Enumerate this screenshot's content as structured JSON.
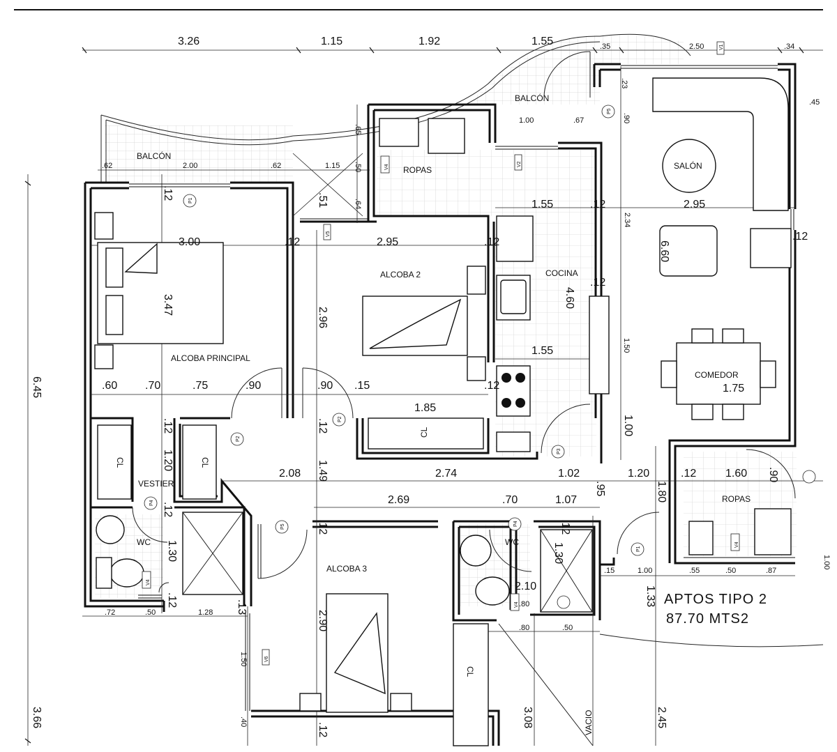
{
  "title": {
    "line1": "APTOS TIPO 2",
    "line2": "87.70 MTS2"
  },
  "rooms": {
    "balcon_left": "BALCÓN",
    "balcon_top": "BALCÓN",
    "ropas_top": "ROPAS",
    "salon": "SALÓN",
    "alcoba_principal": "ALCOBA PRINCIPAL",
    "alcoba2": "ALCOBA 2",
    "cocina": "COCINA",
    "comedor": "COMEDOR",
    "vestier": "VESTIER",
    "wc_left": "WC",
    "wc_mid": "WC",
    "ropas_right": "ROPAS",
    "alcoba3": "ALCOBA 3",
    "vacio": "VACIO",
    "cl1": "CL",
    "cl2": "CL",
    "cl3": "CL",
    "cl4": "CL"
  },
  "dims": {
    "top": [
      "3.26",
      "1.15",
      "1.92",
      "1.55",
      ".35",
      "2.50",
      ".34"
    ],
    "balcon_row": [
      ".62",
      "2.00",
      ".62",
      "1.15"
    ],
    "misc": {
      "d100": "1.00",
      "d67": ".67",
      "d45": ".45",
      "d23": ".23",
      "d90a": ".90",
      "d65": ".65",
      "d50": ".50",
      "d64": ".64",
      "d51": ".51",
      "d12a": ".12",
      "d155a": "1.55",
      "d12b": ".12",
      "d295a": "2.95",
      "d234": "2.34",
      "d300": "3.00",
      "d12c": ".12",
      "d295b": "2.95",
      "d12d": ".12",
      "d660": "6.60",
      "d12e": ".12",
      "d347": "3.47",
      "d296": "2.96",
      "d460": "4.60",
      "d12f": ".12",
      "d150a": "1.50",
      "d155b": "1.55",
      "d60": ".60",
      "d70a": ".70",
      "d75": ".75",
      "d90b": ".90",
      "d90c": ".90",
      "d15a": ".15",
      "d12g": ".12",
      "d185": "1.85",
      "d175": "1.75",
      "d12h": ".12",
      "d12i": ".12",
      "d100b": "1.00",
      "d120a": "1.20",
      "d208": "2.08",
      "d149": "1.49",
      "d274": "2.74",
      "d102": "1.02",
      "d120b": "1.20",
      "d12j": ".12",
      "d160": "1.60",
      "d90d": ".90",
      "d269": "2.69",
      "d70b": ".70",
      "d107": "1.07",
      "d95": ".95",
      "d180": "1.80",
      "d12k": ".12",
      "d12l": ".12",
      "d12m": ".12",
      "d130a": "1.30",
      "d130b": "1.30",
      "d12n": ".12",
      "d15b": ".15",
      "d100c": "1.00",
      "d55": ".55",
      "d50b": ".50",
      "d87": ".87",
      "d210": "2.10",
      "d12o": ".12",
      "d72": ".72",
      "d50c": ".50",
      "d128": "1.28",
      "d13": ".13",
      "d290": "2.90",
      "d80a": ".80",
      "d80b": ".80",
      "d50d": ".50",
      "d133": "1.33",
      "d645": "6.45",
      "d150b": "1.50",
      "d40": ".40",
      "d366": "3.66",
      "d308": "3.08",
      "d245": "2.45",
      "d12p": ".12",
      "d100d": "1.00"
    }
  },
  "tags": {
    "v1": "V1",
    "v2": "V2",
    "v4a": "V4",
    "v5": "V5",
    "v6": "V6",
    "v4b": "V4",
    "v4c": "V4",
    "v4d": "V4",
    "p1a": "P1",
    "p1b": "P1",
    "p2a": "P2",
    "p2b": "P2",
    "p3": "P3",
    "p4a": "P4",
    "p4b": "P4",
    "p5": "P5",
    "p5b": "P5"
  }
}
